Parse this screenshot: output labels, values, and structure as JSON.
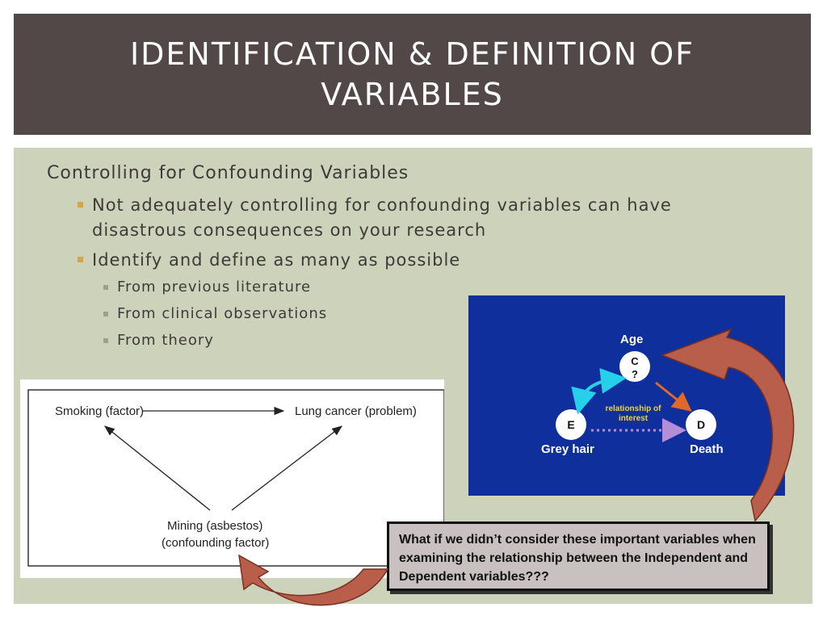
{
  "slide": {
    "title": "IDENTIFICATION & DEFINITION OF VARIABLES",
    "heading": "Controlling for Confounding Variables",
    "bullets": [
      "Not adequately controlling for confounding variables can have disastrous consequences on your research",
      "Identify and define as many as possible"
    ],
    "sub_bullets": [
      "From previous literature",
      "From clinical observations",
      "From theory"
    ],
    "callout": "What if we didn’t consider these important variables when examining the relationship between the Independent and Dependent variables???"
  },
  "diagram_left": {
    "factor": "Smoking (factor)",
    "problem": "Lung cancer (problem)",
    "confounder_line1": "Mining (asbestos)",
    "confounder_line2": "(confounding factor)"
  },
  "diagram_right": {
    "age_label": "Age",
    "c_line1": "C",
    "c_line2": "?",
    "e_node": "E",
    "d_node": "D",
    "relationship_line1": "relationship of",
    "relationship_line2": "interest",
    "e_label": "Grey hair",
    "d_label": "Death",
    "colors": {
      "background": "#0f2f9c",
      "cyan_arrow": "#25d0ea",
      "orange_arrow": "#e0692a",
      "dotted_arrow": "#b48cd8",
      "relationship_text": "#f2d23a"
    }
  },
  "colors": {
    "title_bg": "#524847",
    "content_bg": "#cdd2bb",
    "bullet_marker": "#d6a24a",
    "curved_arrow": "#b85e4a"
  }
}
